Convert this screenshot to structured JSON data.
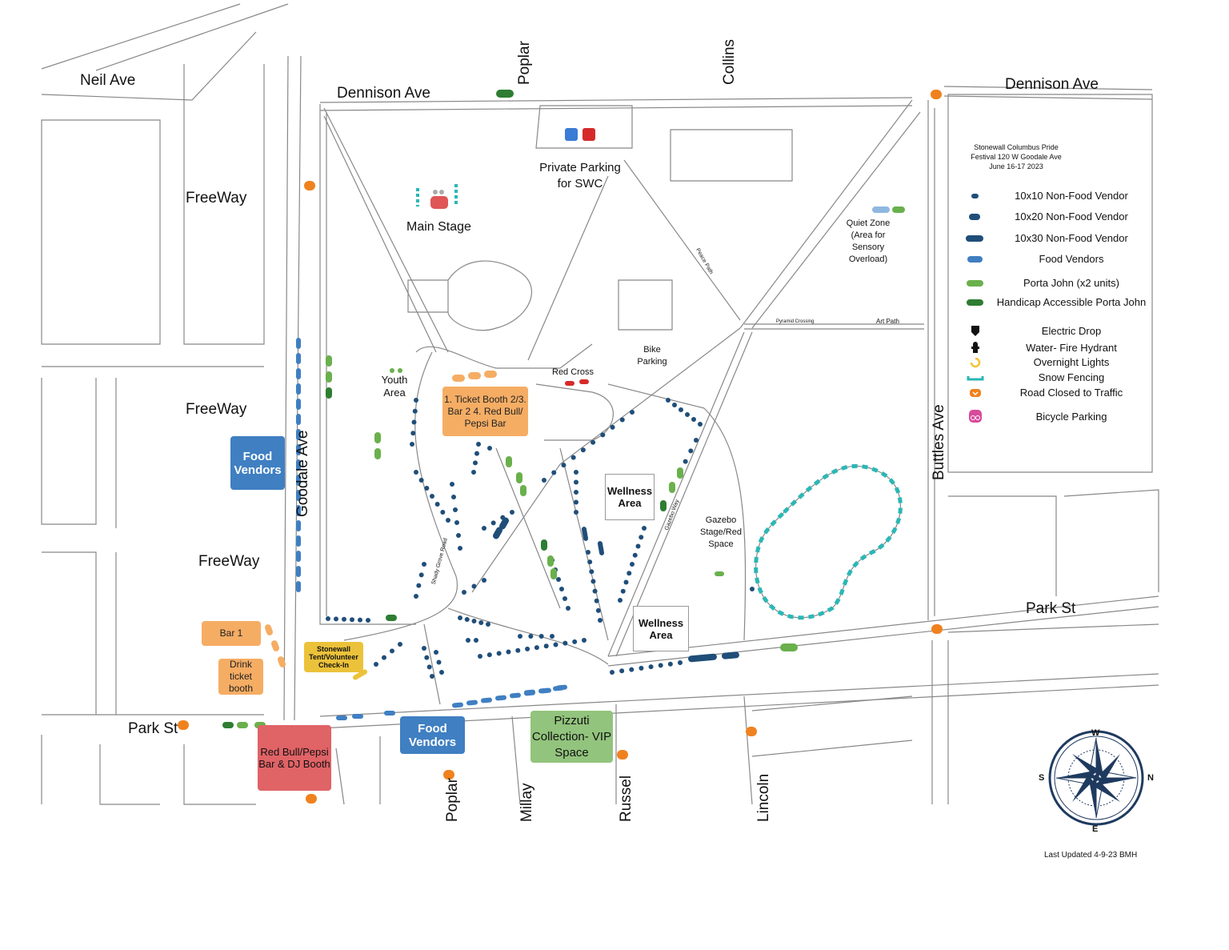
{
  "title_block": {
    "line1": "Stonewall Columbus Pride",
    "line2": "Festival 120 W Goodale Ave",
    "line3": "June 16-17 2023"
  },
  "streets": {
    "neil_ave": "Neil Ave",
    "dennison_left": "Dennison Ave",
    "dennison_right": "Dennison Ave",
    "poplar_top": "Poplar",
    "collins": "Collins",
    "freeway_1": "FreeWay",
    "freeway_2": "FreeWay",
    "freeway_3": "FreeWay",
    "goodale_ave": "Goodale Ave",
    "park_st_left": "Park St",
    "park_st_right": "Park St",
    "buttles_ave": "Buttles Ave",
    "poplar_bottom": "Poplar",
    "millay": "Millay",
    "russel": "Russel",
    "lincoln": "Lincoln"
  },
  "areas": {
    "main_stage": "Main Stage",
    "private_parking": "Private Parking for SWC",
    "quiet_zone": "Quiet Zone (Area for Sensory Overload)",
    "peace_path": "Peace Path",
    "pyramid_crossing": "Pyramid Crossing",
    "art_path": "Art Path",
    "bike_parking": "Bike Parking",
    "red_cross": "Red Cross",
    "youth_area": "Youth Area",
    "shady_grove": "Shady Grove Road",
    "gazebo_way": "Gazebo Way",
    "gazebo_stage": "Gazebo Stage/Red Space"
  },
  "boxes": {
    "ticket_booth": "1. Ticket Booth 2/3. Bar 2 4. Red Bull/ Pepsi Bar",
    "food_vendors_left": "Food Vendors",
    "food_vendors_bottom": "Food Vendors",
    "wellness_1": "Wellness Area",
    "wellness_2": "Wellness Area",
    "bar1": "Bar 1",
    "drink_ticket": "Drink ticket booth",
    "stonewall_tent": "Stonewall Tent/Volunteer Check-In",
    "red_bull_dj": "Red Bull/Pepsi Bar & DJ Booth",
    "pizzuti": "Pizzuti Collection- VIP Space"
  },
  "legend": [
    {
      "icon": "vendor-10x10-icon",
      "label": "10x10 Non-Food Vendor"
    },
    {
      "icon": "vendor-10x20-icon",
      "label": "10x20 Non-Food Vendor"
    },
    {
      "icon": "vendor-10x30-icon",
      "label": "10x30 Non-Food Vendor"
    },
    {
      "icon": "food-vendor-icon",
      "label": "Food Vendors"
    },
    {
      "icon": "porta-john-icon",
      "label": "Porta John (x2 units)"
    },
    {
      "icon": "accessible-porta-john-icon",
      "label": "Handicap Accessible Porta John"
    },
    {
      "icon": "electric-drop-icon",
      "label": "Electric Drop"
    },
    {
      "icon": "fire-hydrant-icon",
      "label": "Water- Fire Hydrant"
    },
    {
      "icon": "overnight-lights-icon",
      "label": "Overnight Lights"
    },
    {
      "icon": "snow-fencing-icon",
      "label": "Snow Fencing"
    },
    {
      "icon": "road-closed-icon",
      "label": "Road Closed to Traffic"
    },
    {
      "icon": "bicycle-parking-icon",
      "label": "Bicycle Parking"
    }
  ],
  "compass_letters": {
    "n": "N",
    "s": "S",
    "e": "E",
    "w": "W"
  },
  "footer": "Last Updated 4-9-23 BMH",
  "colors": {
    "vendor": "#1f4e79",
    "food": "#3f7fc2",
    "porta": "#6ab04c",
    "accessible_porta": "#2e7d32",
    "road_closed": "#f0821e",
    "snow_fence": "#2ab7b5",
    "bicycle": "#d94a9c",
    "stage": "#e05555"
  }
}
